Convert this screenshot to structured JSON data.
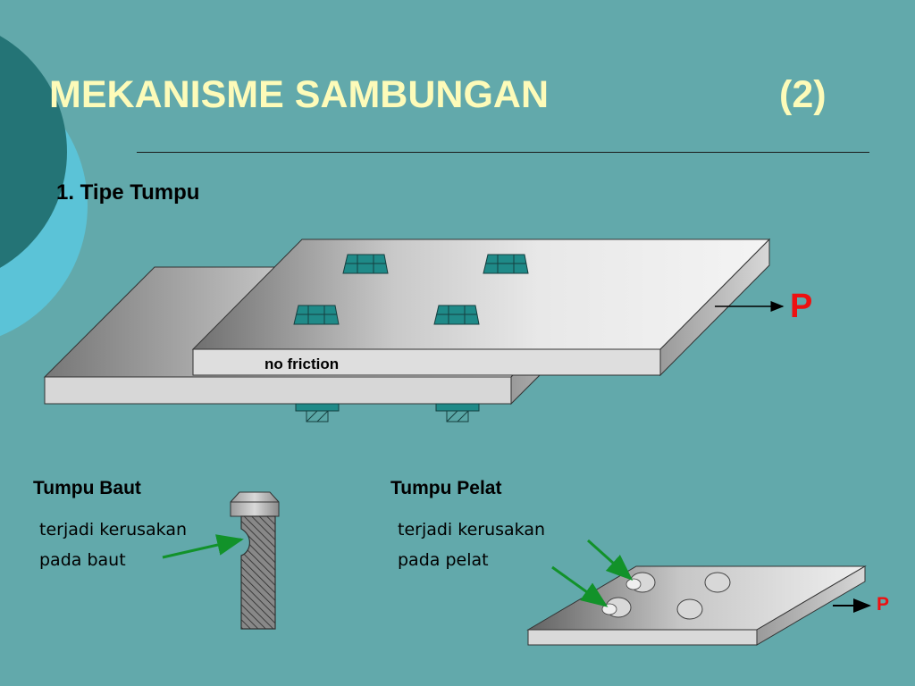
{
  "slide": {
    "title": "MEKANISME SAMBUNGAN",
    "title_number": "(2)",
    "subtitle": "1. Tipe Tumpu"
  },
  "main_diagram": {
    "label": "no friction",
    "force": "P"
  },
  "tumpu_baut": {
    "heading": "Tumpu Baut",
    "line1": "terjadi kerusakan",
    "line2": "pada baut"
  },
  "tumpu_pelat": {
    "heading": "Tumpu Pelat",
    "line1": "terjadi kerusakan",
    "line2": "pada pelat",
    "force": "P"
  },
  "colors": {
    "background": "#62a9ab",
    "title": "#fdfbb9",
    "force": "#ee1111",
    "arrow_green": "#12922a",
    "bolt_teal": "#1f8a88",
    "circle_dark": "#247476",
    "circle_light": "#5bc3d7"
  }
}
